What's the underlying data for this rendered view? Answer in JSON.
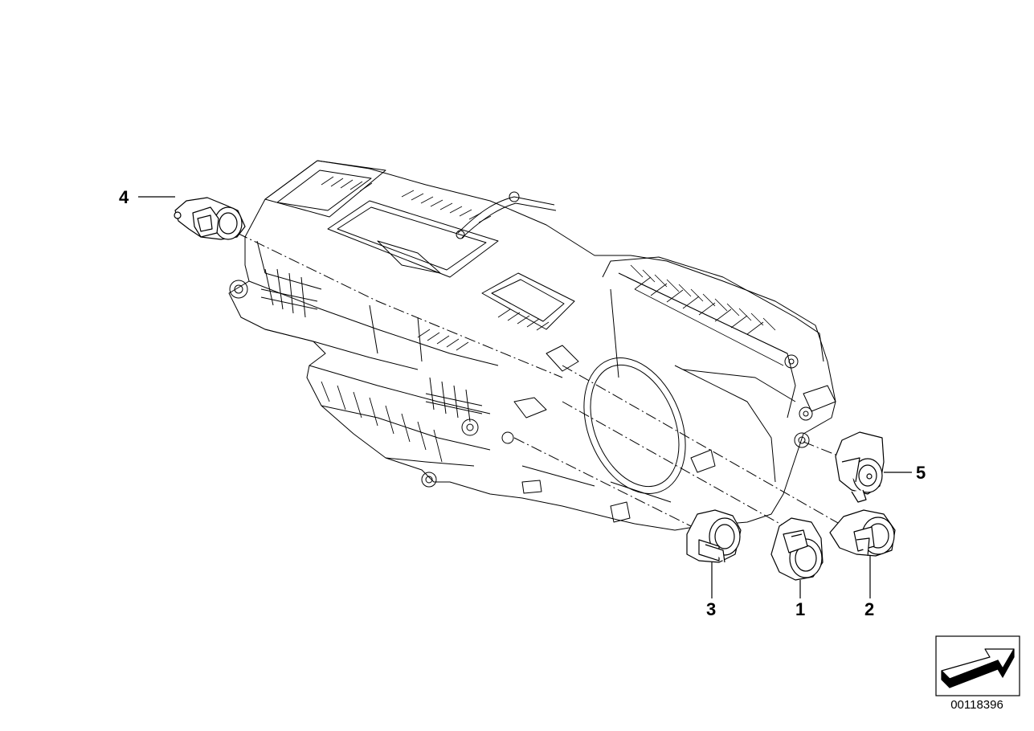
{
  "diagram": {
    "callouts": [
      {
        "id": "1",
        "label": "1"
      },
      {
        "id": "2",
        "label": "2"
      },
      {
        "id": "3",
        "label": "3"
      },
      {
        "id": "4",
        "label": "4"
      },
      {
        "id": "5",
        "label": "5"
      }
    ],
    "diagram_number": "00118396",
    "line_color": "#000000",
    "background": "#ffffff",
    "orientation_icon": "direction-arrow-icon"
  }
}
